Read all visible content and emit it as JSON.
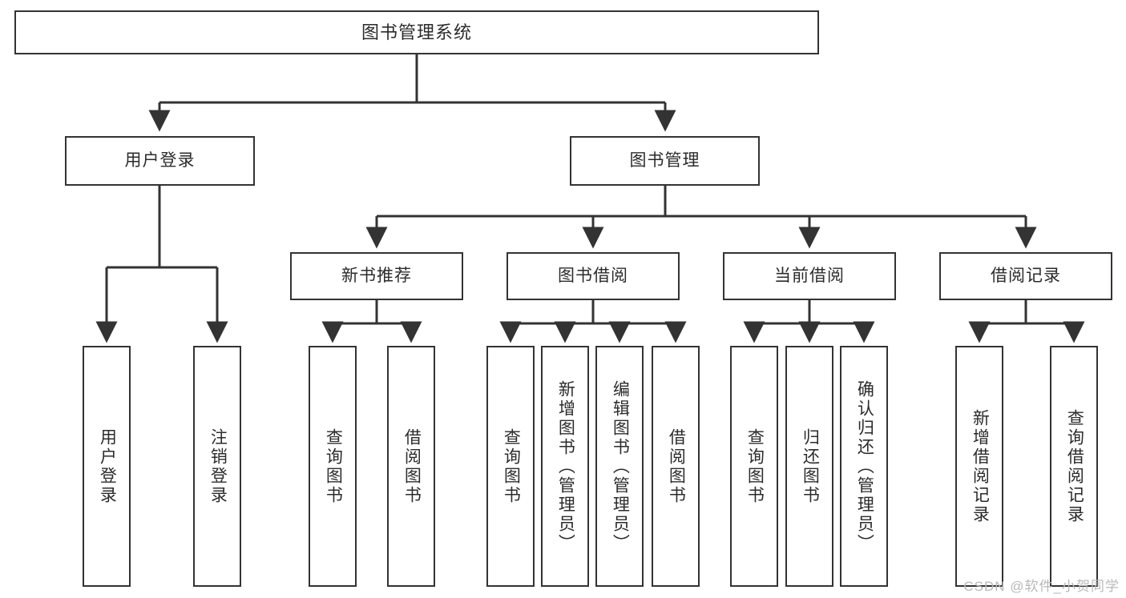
{
  "diagram": {
    "title": "图书管理系统",
    "type": "tree-hierarchy-chart",
    "root": {
      "label": "图书管理系统"
    },
    "level2": [
      {
        "label": "用户登录"
      },
      {
        "label": "图书管理"
      }
    ],
    "level3": [
      {
        "label": "新书推荐"
      },
      {
        "label": "图书借阅"
      },
      {
        "label": "当前借阅"
      },
      {
        "label": "借阅记录"
      }
    ],
    "leaves": {
      "user_login": [
        {
          "label": "用户登录"
        },
        {
          "label": "注销登录"
        }
      ],
      "new_book_recommend": [
        {
          "label": "查询图书"
        },
        {
          "label": "借阅图书"
        }
      ],
      "book_borrow": [
        {
          "label": "查询图书"
        },
        {
          "label": "新增图书（管理员）"
        },
        {
          "label": "编辑图书（管理员）"
        },
        {
          "label": "借阅图书"
        }
      ],
      "current_borrow": [
        {
          "label": "查询图书"
        },
        {
          "label": "归还图书"
        },
        {
          "label": "确认归还（管理员）"
        }
      ],
      "borrow_record": [
        {
          "label": "新增借阅记录"
        },
        {
          "label": "查询借阅记录"
        }
      ]
    }
  },
  "watermark": {
    "text": "CSDN @软件_小贺同学"
  },
  "colors": {
    "stroke": "#333333",
    "background": "#ffffff",
    "text": "#2b2b2b",
    "watermark": "#b9b9b9"
  }
}
